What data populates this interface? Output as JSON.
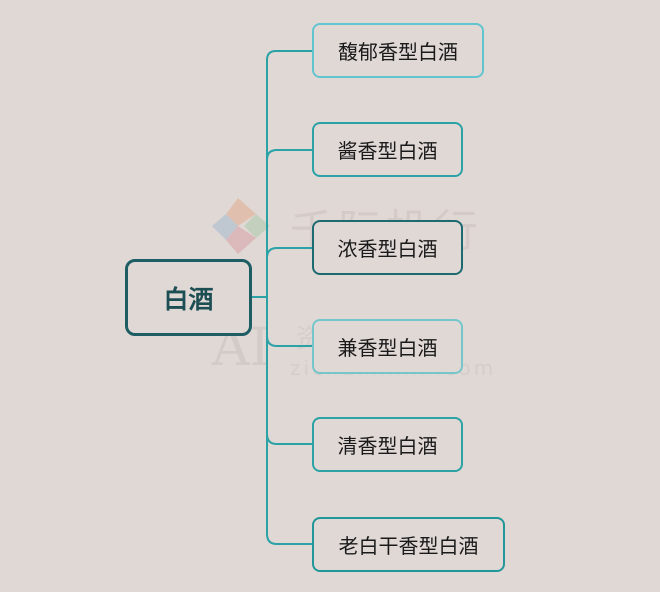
{
  "diagram": {
    "root": {
      "label": "白酒"
    },
    "children": [
      {
        "label": "馥郁香型白酒"
      },
      {
        "label": "酱香型白酒"
      },
      {
        "label": "浓香型白酒"
      },
      {
        "label": "兼香型白酒"
      },
      {
        "label": "清香型白酒"
      },
      {
        "label": "老白干香型白酒"
      }
    ]
  },
  "watermark": {
    "brand": "千际投行",
    "site_cn": "资产信息网",
    "site_url": "zichanxinxi.com",
    "logo_text": "AI"
  },
  "colors": {
    "background": "#e0d8d5",
    "connector": "#2aa2a6",
    "root_border": "#1d5d63"
  }
}
